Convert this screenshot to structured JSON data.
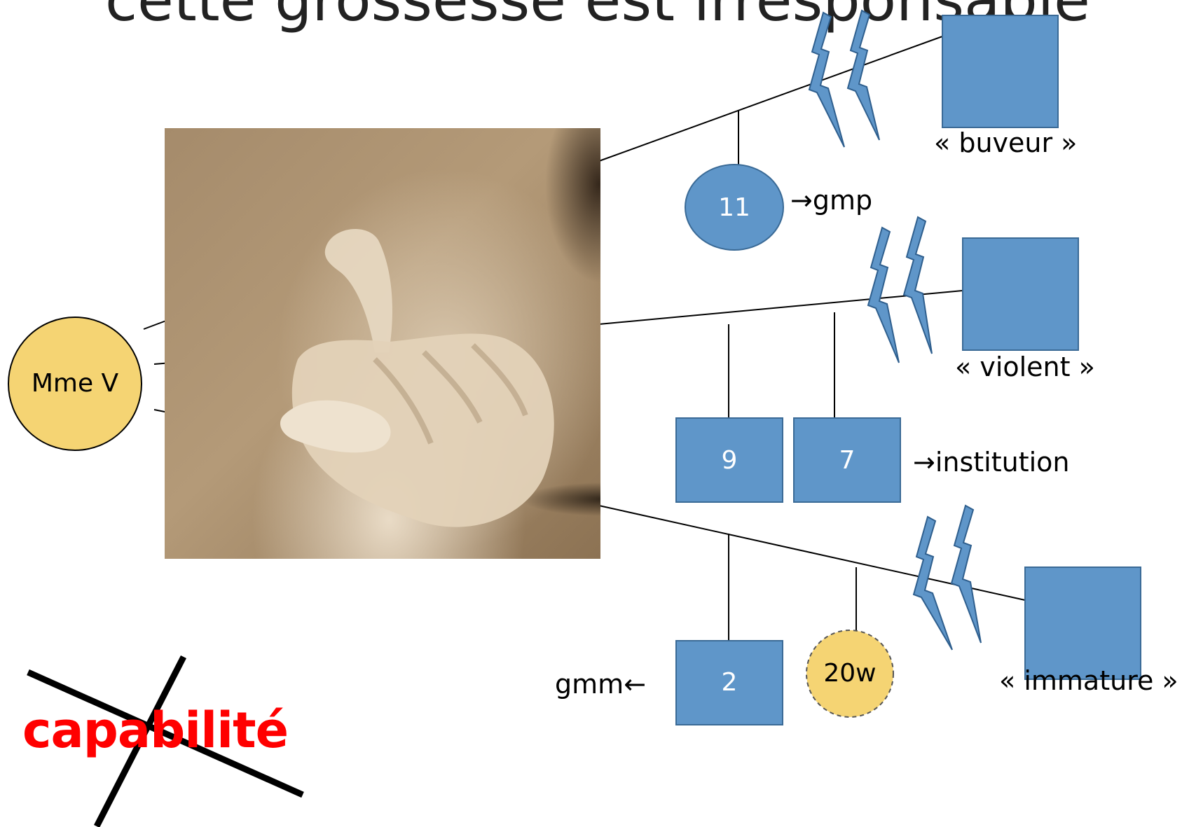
{
  "title": "cette grossesse est irresponsable",
  "photo": {
    "description_icon": "pointing-hand-icon"
  },
  "nodes": {
    "mme_v": "Mme V",
    "n11": "11",
    "n9": "9",
    "n7": "7",
    "n2": "2",
    "n20w": "20w"
  },
  "labels": {
    "buveur": "« buveur »",
    "violent": "« violent »",
    "immature": "« immature »",
    "gmp": "→gmp",
    "institution": "→institution",
    "gmm": "gmm←",
    "capabilite": "capabilité"
  },
  "colors": {
    "blue": "#5f96c9",
    "yellow": "#f5d473",
    "red": "#ff0000",
    "line": "#000000"
  }
}
